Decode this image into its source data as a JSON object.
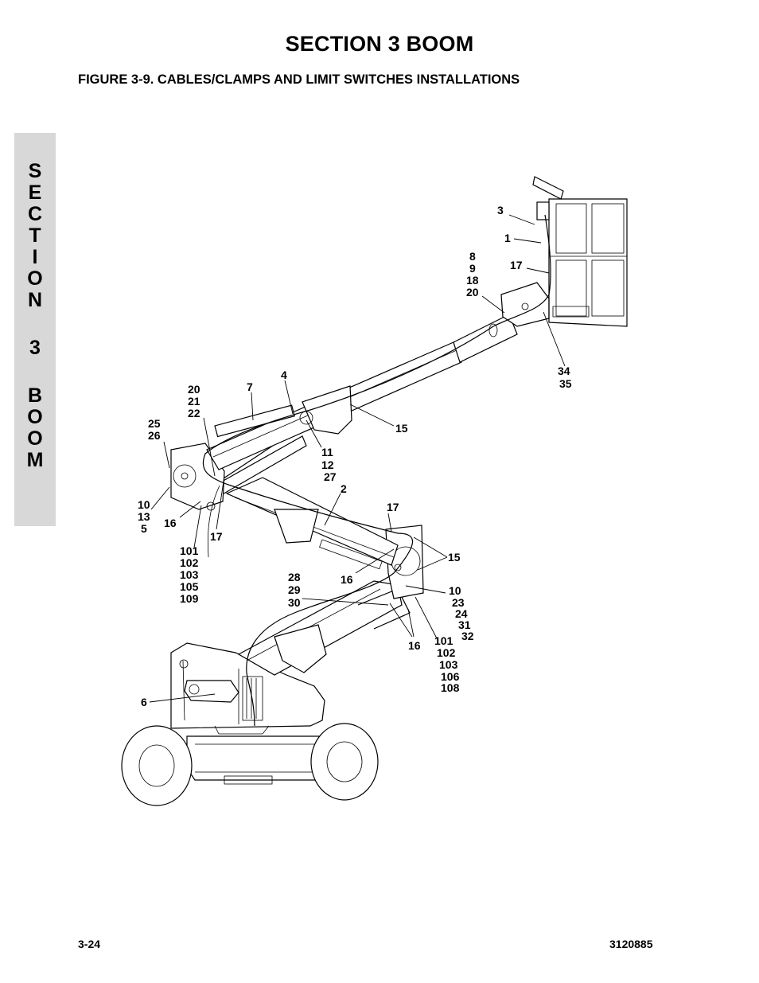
{
  "header": {
    "section_title": "SECTION 3  BOOM",
    "figure_caption": "FIGURE 3-9.    CABLES/CLAMPS AND LIMIT SWITCHES INSTALLATIONS"
  },
  "side_tab": {
    "letters": [
      "S",
      "E",
      "C",
      "T",
      "I",
      "O",
      "N",
      "",
      "3",
      "",
      "B",
      "O",
      "O",
      "M"
    ]
  },
  "callouts": [
    [
      "3"
    ],
    [
      "1"
    ],
    [
      "8",
      "9",
      "18",
      "20"
    ],
    [
      "17"
    ],
    [
      "34",
      "35"
    ],
    [
      "4"
    ],
    [
      "7"
    ],
    [
      "20",
      "21",
      "22"
    ],
    [
      "25",
      "26"
    ],
    [
      "15"
    ],
    [
      "11",
      "12",
      "27"
    ],
    [
      "2"
    ],
    [
      "10",
      "13",
      "5"
    ],
    [
      "16"
    ],
    [
      "17"
    ],
    [
      "101",
      "102",
      "103",
      "105",
      "109"
    ],
    [
      "17"
    ],
    [
      "15"
    ],
    [
      "16"
    ],
    [
      "28",
      "29",
      "30"
    ],
    [
      "10",
      "23",
      "24",
      "31",
      "32"
    ],
    [
      "16"
    ],
    [
      "101",
      "102",
      "103",
      "106",
      "108"
    ],
    [
      "6"
    ]
  ],
  "footer": {
    "page_number": "3-24",
    "doc_number": "3120885"
  }
}
